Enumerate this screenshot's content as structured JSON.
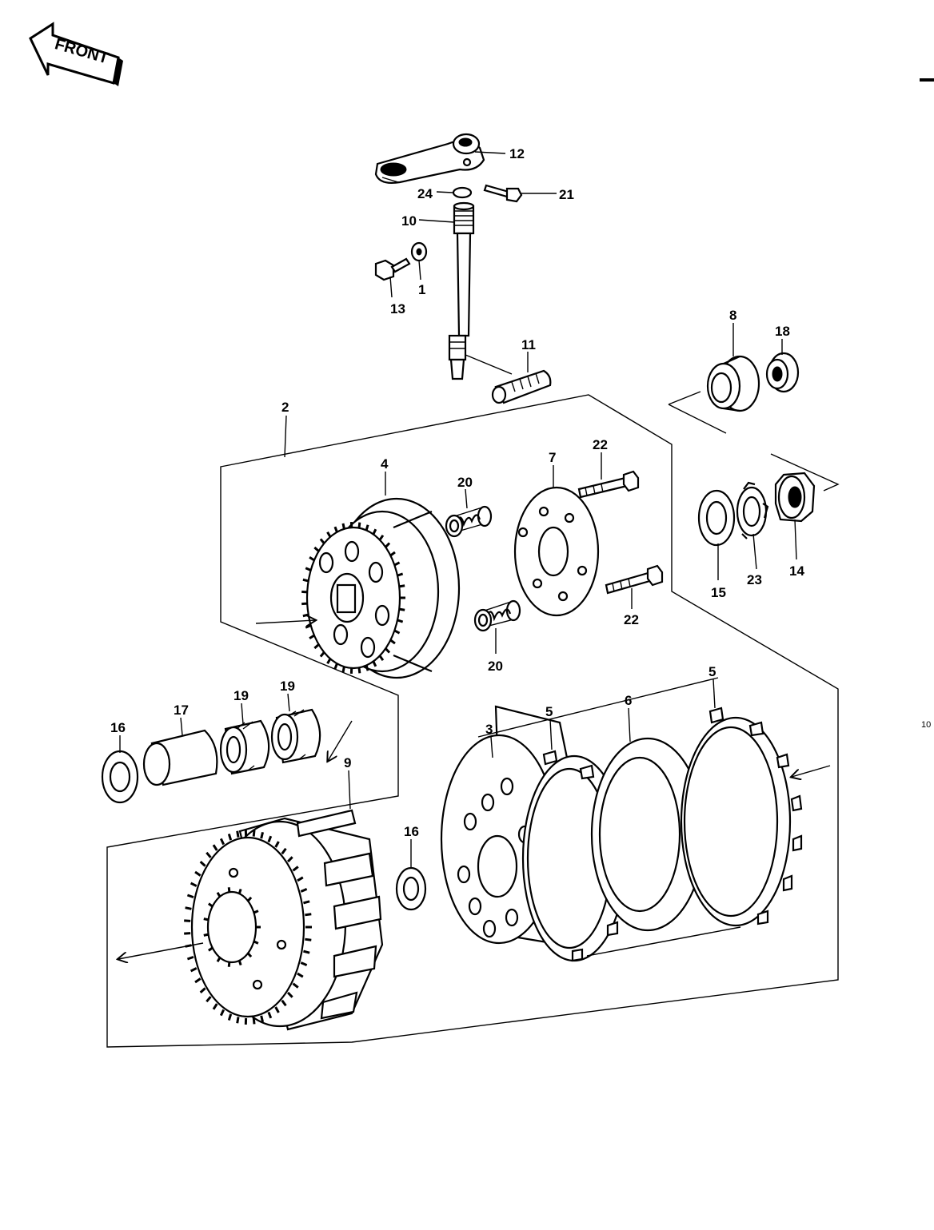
{
  "front_badge": {
    "text": "FRONT"
  },
  "page_number": "10",
  "callouts": [
    {
      "id": "c12",
      "text": "12"
    },
    {
      "id": "c21",
      "text": "21"
    },
    {
      "id": "c24",
      "text": "24"
    },
    {
      "id": "c10",
      "text": "10"
    },
    {
      "id": "c13",
      "text": "13"
    },
    {
      "id": "c1",
      "text": "1"
    },
    {
      "id": "c11",
      "text": "11"
    },
    {
      "id": "c8",
      "text": "8"
    },
    {
      "id": "c18",
      "text": "18"
    },
    {
      "id": "c2",
      "text": "2"
    },
    {
      "id": "c4",
      "text": "4"
    },
    {
      "id": "c20a",
      "text": "20"
    },
    {
      "id": "c7",
      "text": "7"
    },
    {
      "id": "c22a",
      "text": "22"
    },
    {
      "id": "c22b",
      "text": "22"
    },
    {
      "id": "c20b",
      "text": "20"
    },
    {
      "id": "c15",
      "text": "15"
    },
    {
      "id": "c23",
      "text": "23"
    },
    {
      "id": "c14",
      "text": "14"
    },
    {
      "id": "c16a",
      "text": "16"
    },
    {
      "id": "c17",
      "text": "17"
    },
    {
      "id": "c19a",
      "text": "19"
    },
    {
      "id": "c19b",
      "text": "19"
    },
    {
      "id": "c3",
      "text": "3"
    },
    {
      "id": "c5a",
      "text": "5"
    },
    {
      "id": "c6",
      "text": "6"
    },
    {
      "id": "c5b",
      "text": "5"
    },
    {
      "id": "c9",
      "text": "9"
    },
    {
      "id": "c16b",
      "text": "16"
    }
  ]
}
